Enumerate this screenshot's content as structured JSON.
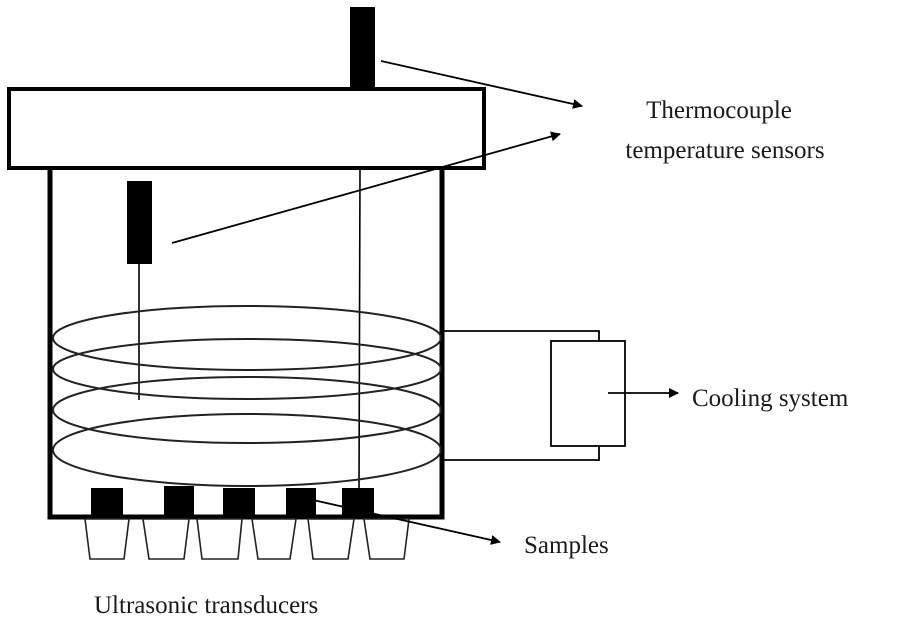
{
  "diagram": {
    "type": "schematic",
    "subject": "ultrasonic treatment tank with cooling coil",
    "labels": {
      "thermocouple_line1": "Thermocouple",
      "thermocouple_line2": "temperature sensors",
      "cooling_system": "Cooling system",
      "samples": "Samples",
      "transducers": "Ultrasonic transducers"
    },
    "components": {
      "thermocouple_count": 2,
      "coil_turns": 4,
      "sample_count": 5,
      "transducer_count": 6
    },
    "colors": {
      "stroke": "#000000",
      "background": "#ffffff",
      "text": "#1a1a1a"
    }
  }
}
